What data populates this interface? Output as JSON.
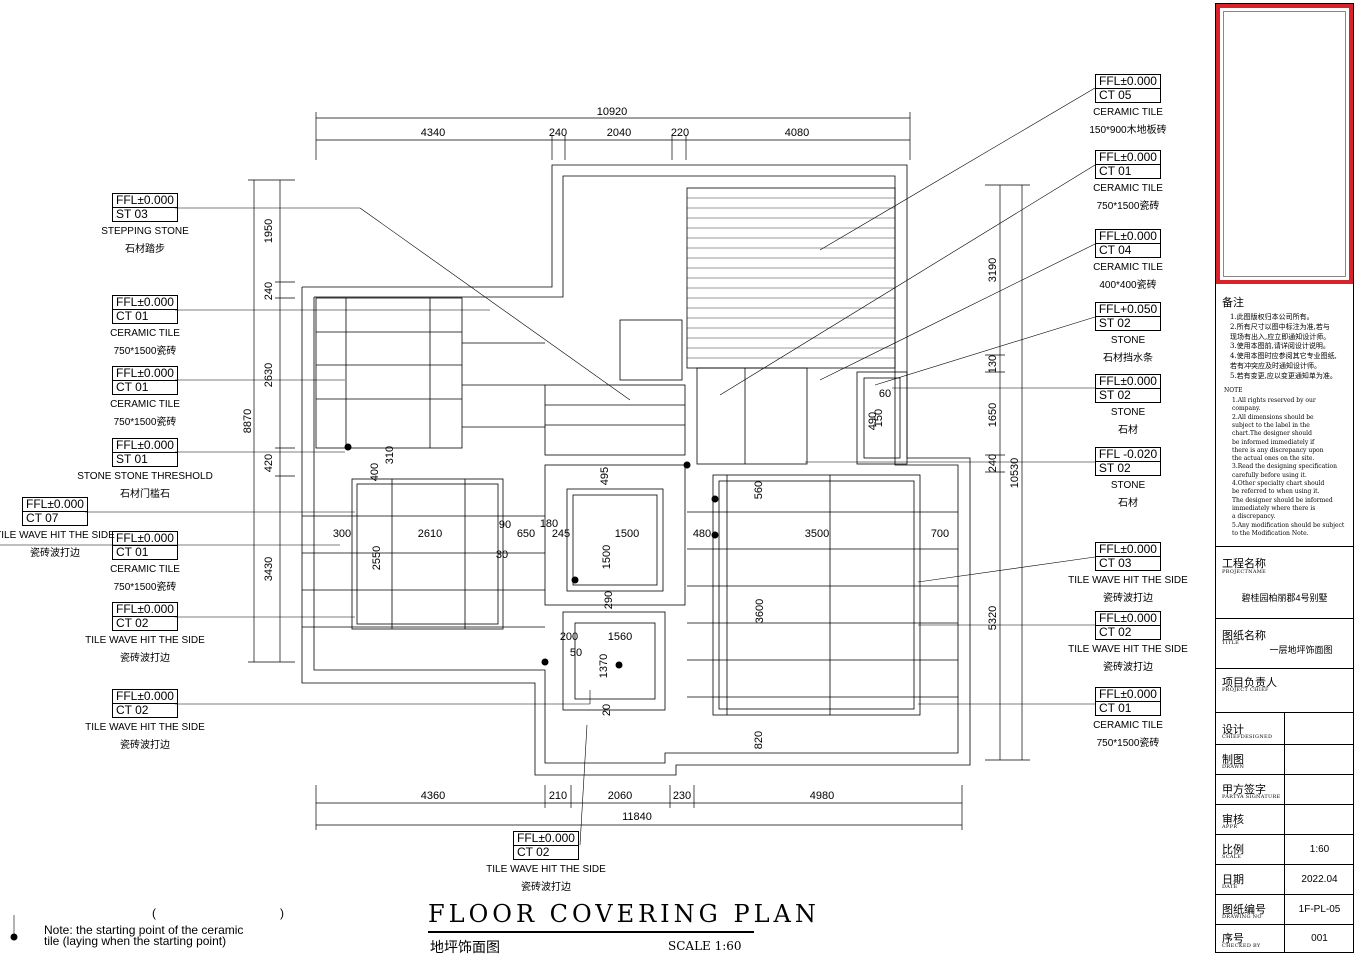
{
  "dims": {
    "top_total": "10920",
    "top_segments": [
      "4340",
      "240",
      "2040",
      "220",
      "4080"
    ],
    "bottom_total": "11840",
    "bottom_segments": [
      "4360",
      "210",
      "2060",
      "230",
      "4980"
    ],
    "left_total": "8870",
    "left_segments": [
      "1950",
      "240",
      "2630",
      "420",
      "3430"
    ],
    "right_total": "10530",
    "right_segments": [
      "3190",
      "130",
      "1650",
      "240",
      "5320"
    ],
    "inner": [
      "2610",
      "1500",
      "3500",
      "2550",
      "1500",
      "3600",
      "1560",
      "1370",
      "300",
      "90",
      "30",
      "650",
      "180",
      "245",
      "480",
      "700",
      "200",
      "50",
      "560",
      "495",
      "310",
      "400",
      "820",
      "150",
      "60",
      "490",
      "290",
      "20"
    ]
  },
  "tags_left": [
    {
      "r1": "FFL±0.000",
      "r2": "ST  03",
      "en": "STEPPING STONE",
      "cn": "石材踏步"
    },
    {
      "r1": "FFL±0.000",
      "r2": "CT  01",
      "en": "CERAMIC TILE",
      "cn": "750*1500瓷砖"
    },
    {
      "r1": "FFL±0.000",
      "r2": "CT  01",
      "en": "CERAMIC TILE",
      "cn": "750*1500瓷砖"
    },
    {
      "r1": "FFL±0.000",
      "r2": "ST  01",
      "en": "STONE STONE THRESHOLD",
      "cn": "石材门槛石"
    },
    {
      "r1": "FFL±0.000",
      "r2": "CT  07",
      "en": "TILE WAVE HIT THE SIDE",
      "cn": "瓷砖波打边"
    },
    {
      "r1": "FFL±0.000",
      "r2": "CT  01",
      "en": "CERAMIC TILE",
      "cn": "750*1500瓷砖"
    },
    {
      "r1": "FFL±0.000",
      "r2": "CT  02",
      "en": "TILE WAVE HIT THE SIDE",
      "cn": "瓷砖波打边"
    },
    {
      "r1": "FFL±0.000",
      "r2": "CT  02",
      "en": "TILE WAVE HIT THE SIDE",
      "cn": "瓷砖波打边"
    }
  ],
  "tags_right": [
    {
      "r1": "FFL±0.000",
      "r2": "CT  05",
      "en": "CERAMIC TILE",
      "cn": "150*900木地板砖"
    },
    {
      "r1": "FFL±0.000",
      "r2": "CT  01",
      "en": "CERAMIC TILE",
      "cn": "750*1500瓷砖"
    },
    {
      "r1": "FFL±0.000",
      "r2": "CT  04",
      "en": "CERAMIC TILE",
      "cn": "400*400瓷砖"
    },
    {
      "r1": "FFL+0.050",
      "r2": "ST  02",
      "en": "STONE",
      "cn": "石材挡水条"
    },
    {
      "r1": "FFL±0.000",
      "r2": "ST  02",
      "en": "STONE",
      "cn": "石材"
    },
    {
      "r1": "FFL -0.020",
      "r2": "ST  02",
      "en": "STONE",
      "cn": "石材"
    },
    {
      "r1": "FFL±0.000",
      "r2": "CT  03",
      "en": "TILE WAVE HIT THE SIDE",
      "cn": "瓷砖波打边"
    },
    {
      "r1": "FFL±0.000",
      "r2": "CT  02",
      "en": "TILE WAVE HIT THE SIDE",
      "cn": "瓷砖波打边"
    },
    {
      "r1": "FFL±0.000",
      "r2": "CT  01",
      "en": "CERAMIC TILE",
      "cn": "750*1500瓷砖"
    }
  ],
  "tag_bottom": {
    "r1": "FFL±0.000",
    "r2": "CT  02",
    "en": "TILE WAVE HIT THE SIDE",
    "cn": "瓷砖波打边"
  },
  "title": {
    "en": "FLOOR  COVERING  PLAN",
    "cn": "地坪饰面图",
    "scale": "SCALE     1:60"
  },
  "note": {
    "line1": "Note: the starting point of the ceramic",
    "line2": "tile (laying when the starting point)",
    "paren_open": "(",
    "paren_close": ")"
  },
  "titleblock": {
    "notes_title": "备注",
    "notes_cn": [
      "1.此图版权归本公司所有。",
      "2.所有尺寸以图中标注为准,若与",
      "  现场有出入,应立即通知设计师。",
      "3.使用本图前,请详阅设计说明。",
      "4.使用本图时应参阅其它专业图纸,",
      "  若有冲突应及时通知设计师。",
      "5.若有变更,应以变更通知单为准。"
    ],
    "notes_en_title": "NOTE",
    "notes_en": [
      "1.All rights reserved by our",
      "  company.",
      "2.All dimensions should be",
      "  subject to the label in the",
      "  chart.The designer should",
      "  be informed immediately if",
      "  there is any discrepancy upon",
      "  the actual ones on the site.",
      "3.Read the designing specification",
      "  carefully before using it.",
      "4.Other specialty chart should",
      "  be referred to when using it.",
      "  The designer should be informed",
      "  immediately where there is",
      "  a discrepancy.",
      "5.Any modification should be subject",
      "  to the Modification Note."
    ],
    "project_label": "工程名称",
    "project_sub": "PROJECTNAME",
    "project_value": "碧桂园柏丽郡4号别墅",
    "drawing_label": "图纸名称",
    "drawing_sub": "TITLE",
    "drawing_value": "一层地坪饰面图",
    "chief_label": "项目负责人",
    "chief_sub": "PROJECT CHIEF",
    "designed_label": "设计",
    "designed_sub": "CHIEFDESIGNED",
    "drawn_label": "制图",
    "drawn_sub": "DRAWN",
    "partya_label": "甲方签字",
    "partya_sub": "PARTYA SIGNATURE",
    "appr_label": "审核",
    "appr_sub": "APPR",
    "scale_label": "比例",
    "scale_sub": "SCALE",
    "scale_value": "1:60",
    "date_label": "日期",
    "date_sub": "DATE",
    "date_value": "2022.04",
    "no_label": "图纸编号",
    "no_sub": "DRAWING NO",
    "no_value": "1F-PL-05",
    "seq_label": "序号",
    "seq_sub": "CHECKED BY",
    "seq_value": "001"
  }
}
